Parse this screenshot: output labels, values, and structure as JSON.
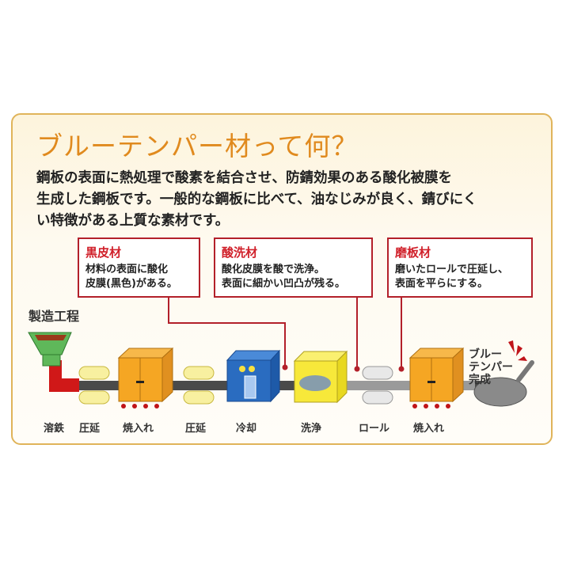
{
  "title": "ブルーテンパー材って何？",
  "intro": [
    "鋼板の表面に熱処理で酸素を結合させ、防錆効果のある酸化被膜を",
    "生成した鋼板です。一般的な鋼板に比べて、油なじみが良く、錆びにく",
    "い特徴がある上質な素材です。"
  ],
  "materials": [
    {
      "heading": "黒皮材",
      "lines": [
        "材料の表面に酸化",
        "皮膜(黒色)がある。"
      ]
    },
    {
      "heading": "酸洗材",
      "lines": [
        "酸化皮膜を酸で洗浄。",
        "表面に細かい凹凸が残る。"
      ]
    },
    {
      "heading": "磨板材",
      "lines": [
        "磨いたロールで圧延し、",
        "表面を平らにする。"
      ]
    }
  ],
  "process": {
    "title": "製造工程",
    "steps": [
      "溶鉄",
      "圧延",
      "焼入れ",
      "圧延",
      "冷却",
      "洗浄",
      "ロール",
      "焼入れ"
    ],
    "result": [
      "ブルー",
      "テンパー",
      "完成"
    ]
  },
  "colors": {
    "title": "#e08a1e",
    "accent": "#b3202a",
    "oven": "#f5a623",
    "cooler": "#2a6cc0",
    "wash": "#f7e83a",
    "funnel": "#5fb85a"
  }
}
